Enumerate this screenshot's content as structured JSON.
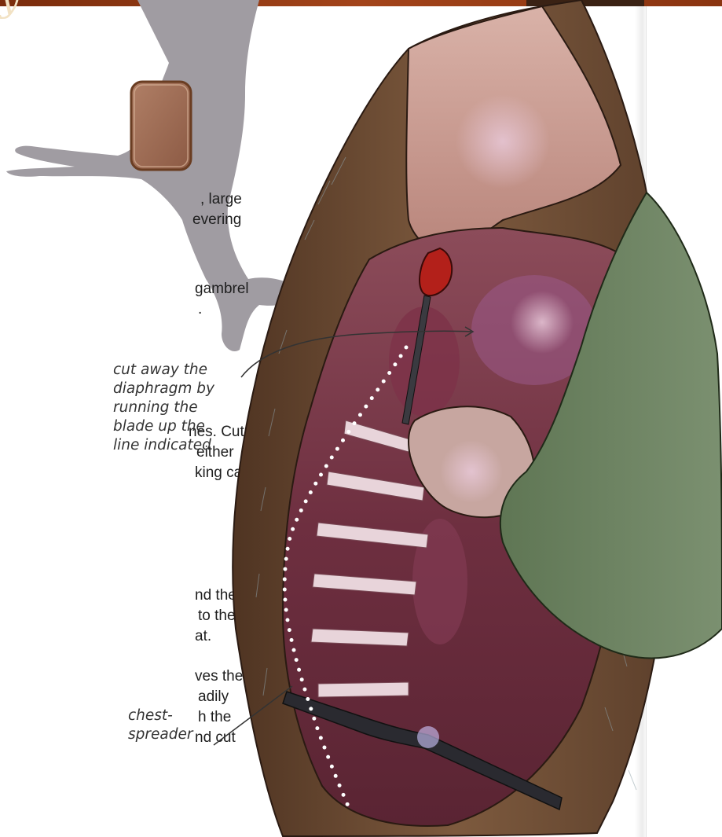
{
  "header": {
    "title_fragment": "y",
    "colors": {
      "band": "#9a3b12",
      "band_dark": "#6e2a0c",
      "logo_strip": "#3a2214"
    }
  },
  "locator": {
    "silhouette_icon": "deer-silhouette-icon",
    "highlight_region_icon": "highlight-box-icon",
    "colors": {
      "silhouette": "#9e9aa0",
      "highlight": "#9b6a52"
    }
  },
  "body_text": {
    "lines": [
      ", large",
      "evering",
      "gambrel",
      ".",
      "nes. Cut",
      " either",
      "king care",
      "nd the",
      "to the",
      "at.",
      "ves the",
      "adily",
      "h the",
      "nd cut"
    ]
  },
  "callouts": {
    "diaphragm": "cut away the\ndiaphragm by\nrunning the\nblade up the\nline indicated",
    "spreader": "chest-\nspreader"
  },
  "illustration": {
    "icons": [
      "hide-fur-icon",
      "chest-cavity-icon",
      "rib-bone-icon",
      "knife-icon",
      "gloved-hand-icon",
      "chest-spreader-icon",
      "cut-line-icon",
      "green-sleeve-icon"
    ],
    "colors": {
      "flesh": "#7a3a4a",
      "flesh_light": "#b67480",
      "fur": "#6b4a33",
      "ribs": "#ead8dc",
      "glove": "#6f8461",
      "knife_handle": "#b3201a"
    }
  }
}
